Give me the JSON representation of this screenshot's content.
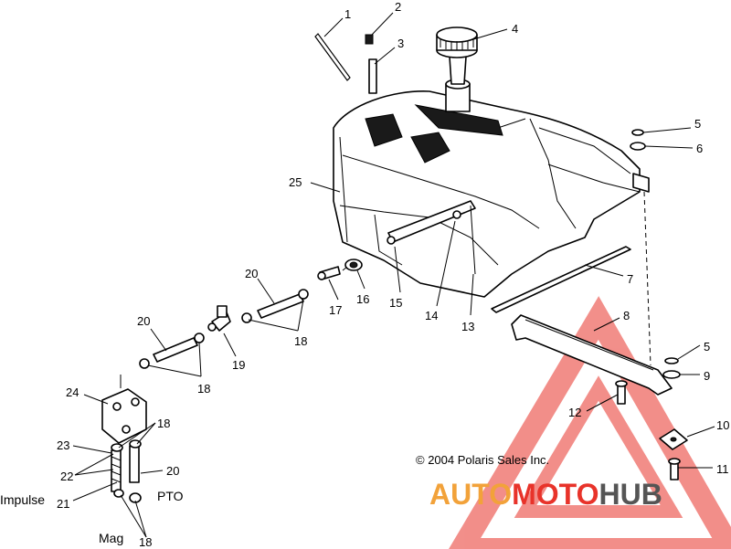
{
  "callouts": {
    "c1": "1",
    "c2": "2",
    "c3": "3",
    "c4": "4",
    "c5a": "5",
    "c5b": "5",
    "c6": "6",
    "c7": "7",
    "c8": "8",
    "c9": "9",
    "c10": "10",
    "c11": "11",
    "c12": "12",
    "c13": "13",
    "c14": "14",
    "c15": "15",
    "c16": "16",
    "c17": "17",
    "c18a": "18",
    "c18b": "18",
    "c18c": "18",
    "c18d": "18",
    "c19": "19",
    "c20a": "20",
    "c20b": "20",
    "c20c": "20",
    "c21": "21",
    "c22": "22",
    "c23": "23",
    "c24": "24",
    "c25": "25"
  },
  "labels": {
    "impulse": "Impulse",
    "pto": "PTO",
    "mag": "Mag"
  },
  "copyright": "© 2004 Polaris Sales Inc.",
  "watermark": {
    "text_part1": "AUTO",
    "text_part2": "MOTO",
    "text_part3": "HUB",
    "color_red": "#e8332a",
    "color_orange": "#f2a23a",
    "color_gray": "#555555"
  }
}
